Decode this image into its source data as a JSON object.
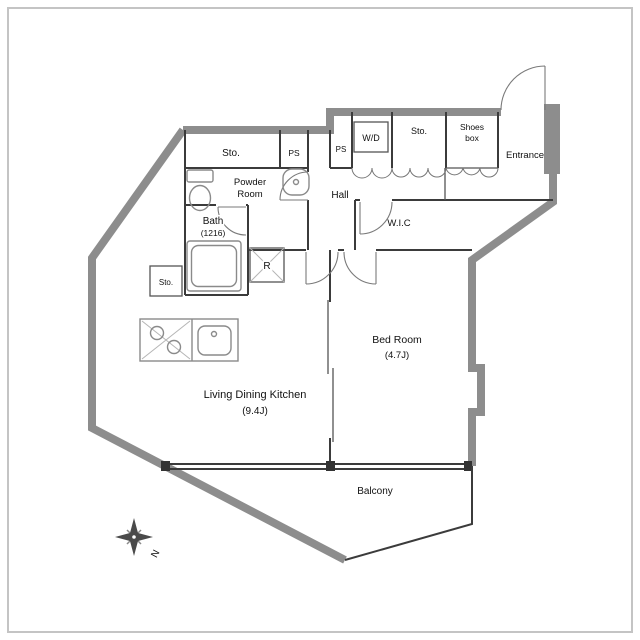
{
  "meta": {
    "type": "apartment-floor-plan",
    "colors": {
      "wall": "#8d8d8d",
      "interior_line": "#3b3b3b",
      "fixture": "#8a8a8a",
      "text": "#111111",
      "background": "#ffffff",
      "frame": "#c4c4c4"
    }
  },
  "plan": {
    "labels": {
      "sto_upper_left": "Sto.",
      "ps_left": "PS",
      "ps_mid": "PS",
      "washer_dryer": "W/D",
      "sto_upper_mid": "Sto.",
      "shoes_box_line1": "Shoes",
      "shoes_box_line2": "box",
      "entrance": "Entrance",
      "powder_room_line1": "Powder",
      "powder_room_line2": "Room",
      "hall": "Hall",
      "wic": "W.I.C",
      "bath_line1": "Bath",
      "bath_line2": "(1216)",
      "sto_left": "Sto.",
      "refrigerator": "R",
      "bed_room_line1": "Bed Room",
      "bed_room_line2": "(4.7J)",
      "ldk_line1": "Living Dining Kitchen",
      "ldk_line2": "(9.4J)",
      "balcony": "Balcony"
    }
  },
  "compass": {
    "north": "N"
  }
}
